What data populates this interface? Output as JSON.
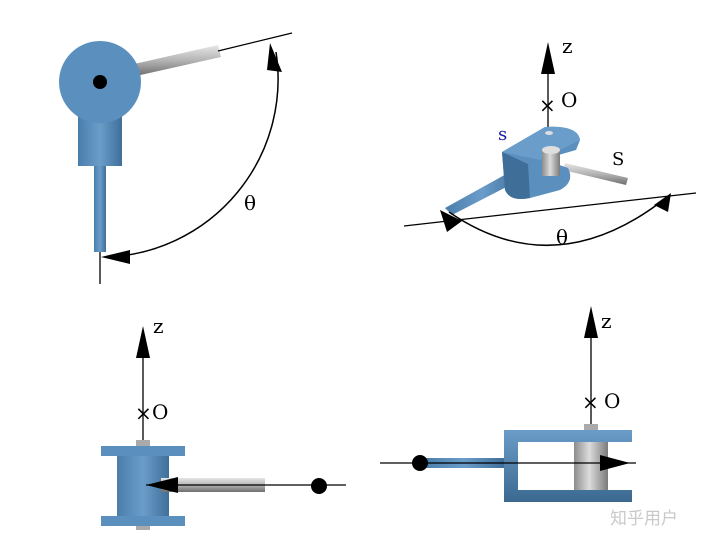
{
  "panels": {
    "top_left": {
      "angle_label": "θ"
    },
    "top_right": {
      "axis_label": "z",
      "origin_label": "O",
      "cross_label": "×",
      "s_small_label": "s",
      "s_large_label": "S",
      "angle_label": "θ"
    },
    "bottom_left": {
      "axis_label": "z",
      "origin_label": "O",
      "cross_label": "×"
    },
    "bottom_right": {
      "axis_label": "z",
      "origin_label": "O",
      "cross_label": "×"
    }
  },
  "watermark": "知乎用户",
  "colors": {
    "part_blue": "#5b8fbe",
    "part_blue_dark": "#3f6f99",
    "rod_gray": "#a8a8a8",
    "line": "#000000"
  }
}
